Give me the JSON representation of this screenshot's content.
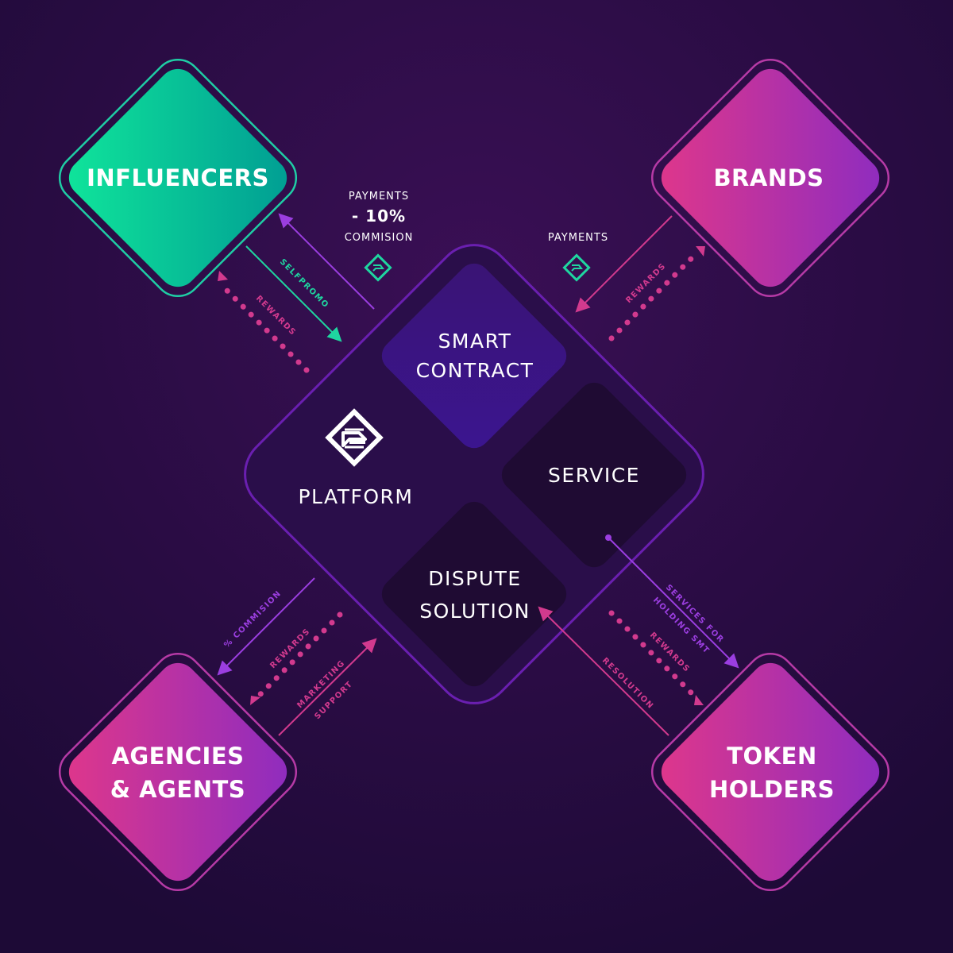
{
  "nodes": {
    "influencers": "INFLUENCERS",
    "brands": "BRANDS",
    "agencies_line1": "AGENCIES",
    "agencies_line2": "& AGENTS",
    "token_line1": "TOKEN",
    "token_line2": "HOLDERS"
  },
  "platform": {
    "label": "PLATFORM",
    "smart_contract_line1": "SMART",
    "smart_contract_line2": "CONTRACT",
    "service": "SERVICE",
    "dispute_line1": "DISPUTE",
    "dispute_line2": "SOLUTION"
  },
  "labels": {
    "payments_left": "PAYMENTS",
    "minus_ten": "- 10%",
    "commision": "COMMISION",
    "payments_right": "PAYMENTS",
    "selfpromo": "SELFPROMO",
    "rewards_influencers": "REWARDS",
    "rewards_brands": "REWARDS",
    "pct_commision": "% COMMISION",
    "rewards_agencies": "REWARDS",
    "marketing": "MARKETING",
    "support": "SUPPORT",
    "services_for": "SERVICES FOR",
    "holding_smt": "HOLDING SMT",
    "rewards_token": "REWARDS",
    "resolution": "RESOLUTION"
  },
  "colors": {
    "background": "#1f0b3a",
    "teal": "#1fd6a0",
    "magenta": "#d23a8e",
    "violet": "#9b3ee0",
    "platform_fill": "#2a0e4a",
    "smart_contract": "#3b1580",
    "dark_tile": "#1f0b33"
  },
  "icons": {
    "brand_logo": "diamond-s-logo-icon"
  }
}
